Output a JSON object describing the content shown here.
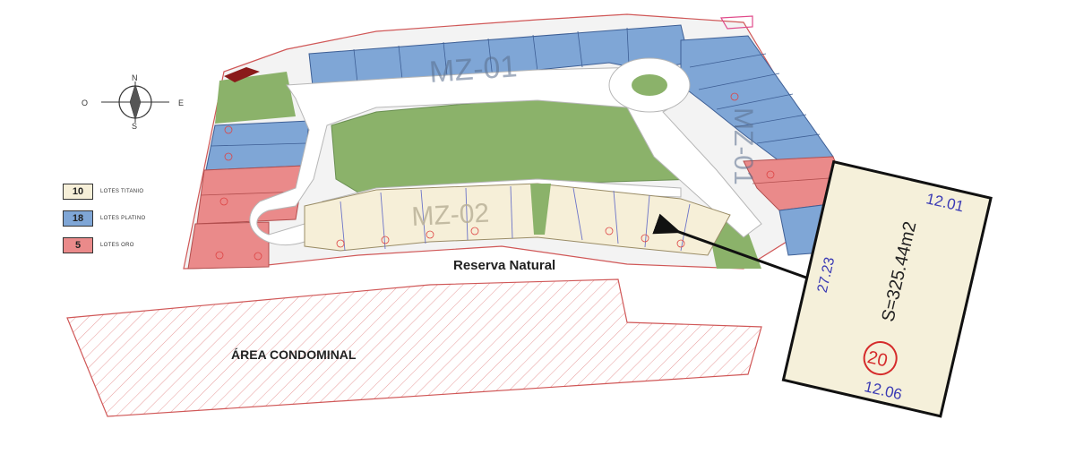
{
  "compass": {
    "north": "N",
    "south": "S",
    "east": "E",
    "west": "O"
  },
  "legend": [
    {
      "count": "10",
      "label": "LOTES TITANIO",
      "color": "#f6efd8"
    },
    {
      "count": "18",
      "label": "LOTES PLATINO",
      "color": "#7fa6d6"
    },
    {
      "count": "5",
      "label": "LOTES ORO",
      "color": "#ea8a8a"
    }
  ],
  "labels": {
    "reserva": "Reserva Natural",
    "area": "ÁREA CONDOMINAL",
    "block1": "MZ-01",
    "block2": "MZ-02",
    "block3": "MZ-01"
  },
  "inset": {
    "top": "12.01",
    "side": "27.23",
    "area": "S=325.44m2",
    "lot": "20",
    "bottom": "12.06"
  },
  "colors": {
    "platino": "#7fa6d6",
    "titanio": "#f6efd8",
    "oro": "#ea8a8a",
    "green": "#8bb26a",
    "road": "#ffffff",
    "hatch": "#e58a8a"
  }
}
